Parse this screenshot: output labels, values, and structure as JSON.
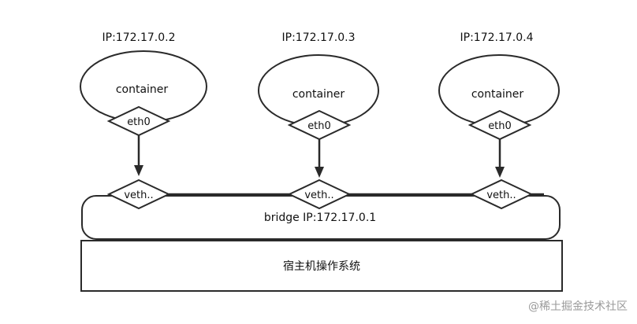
{
  "containers": [
    {
      "ip_label": "IP:172.17.0.2",
      "name": "container",
      "iface": "eth0",
      "veth": "veth.."
    },
    {
      "ip_label": "IP:172.17.0.3",
      "name": "container",
      "iface": "eth0",
      "veth": "veth.."
    },
    {
      "ip_label": "IP:172.17.0.4",
      "name": "container",
      "iface": "eth0",
      "veth": "veth.."
    }
  ],
  "bridge": {
    "label": "bridge  IP:172.17.0.1"
  },
  "host": {
    "label": "宿主机操作系统"
  },
  "watermark": "@稀土掘金技术社区",
  "colors": {
    "stroke": "#2a2a2a",
    "fill": "#ffffff",
    "watermark": "#9a9a9a"
  }
}
